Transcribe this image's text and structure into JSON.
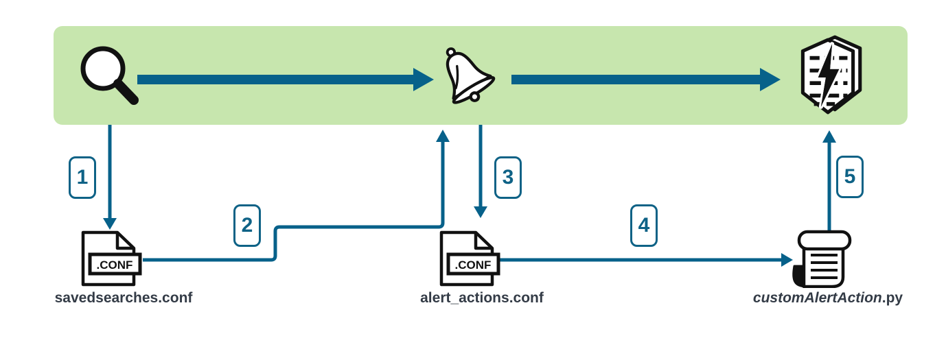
{
  "colors": {
    "band_green": "#c7e6ae",
    "accent_blue": "#07618a",
    "badge_blue": "#0e6286",
    "label_dark": "#333b46",
    "icon_black": "#111111"
  },
  "band": {
    "stage_icons": [
      "search-icon",
      "bell-icon",
      "event-log-icon"
    ]
  },
  "steps": [
    {
      "number": "1"
    },
    {
      "number": "2"
    },
    {
      "number": "3"
    },
    {
      "number": "4"
    },
    {
      "number": "5"
    }
  ],
  "files": {
    "savedsearches": {
      "badge": ".CONF",
      "label": "savedsearches.conf"
    },
    "alert_actions": {
      "badge": ".CONF",
      "label": "alert_actions.conf"
    },
    "script": {
      "name": "customAlertAction",
      "extension": ".py"
    }
  }
}
